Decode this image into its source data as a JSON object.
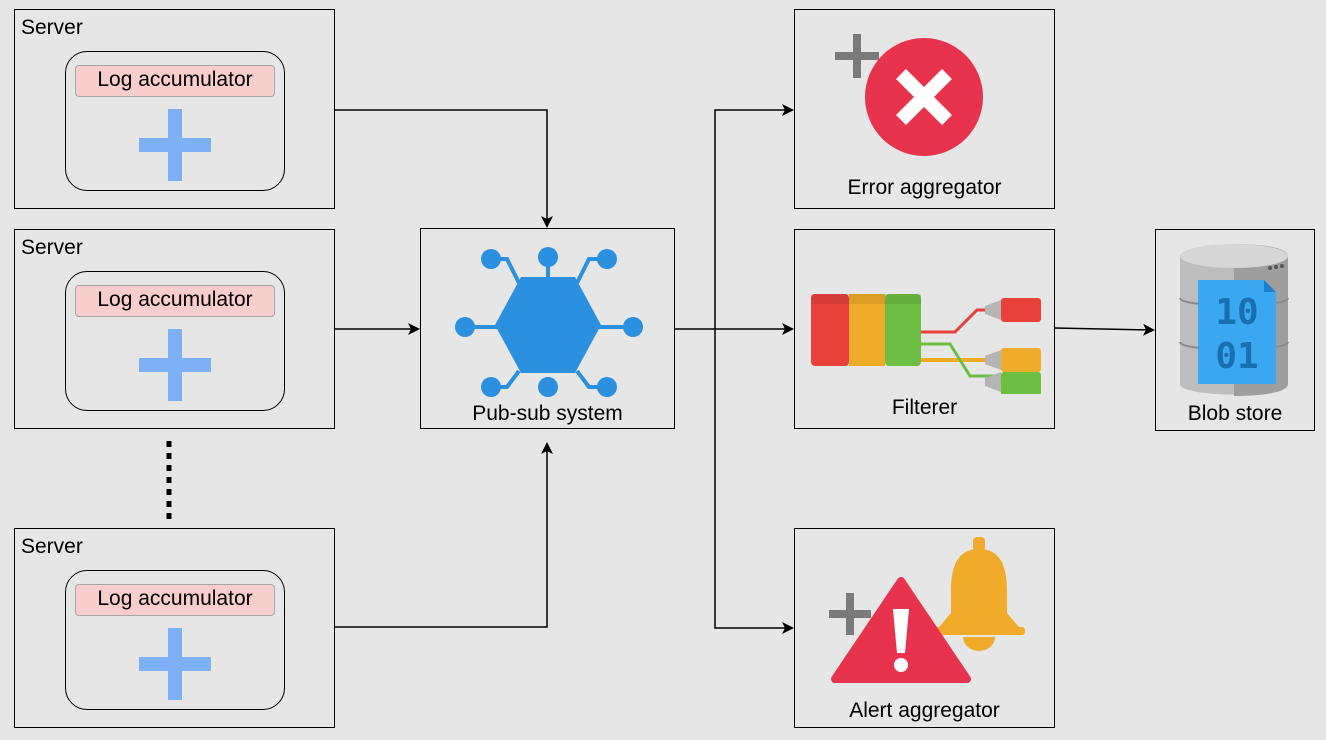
{
  "servers": [
    {
      "title": "Server",
      "accumulator": "Log accumulator"
    },
    {
      "title": "Server",
      "accumulator": "Log accumulator"
    },
    {
      "title": "Server",
      "accumulator": "Log accumulator"
    }
  ],
  "pubsub": {
    "label": "Pub-sub system"
  },
  "error_aggregator": {
    "label": "Error aggregator"
  },
  "filterer": {
    "label": "Filterer"
  },
  "alert_aggregator": {
    "label": "Alert aggregator"
  },
  "blob_store": {
    "label": "Blob store",
    "digits_top": "10",
    "digits_bottom": "01"
  },
  "colors": {
    "background": "#e6e6e6",
    "log_label_fill": "#f8cecc",
    "plus_blue": "#7eb0f7",
    "hub_blue": "#2b90e0",
    "error_red": "#e8334f",
    "bell_orange": "#f0ab2b",
    "filter_red": "#e8413c",
    "filter_orange": "#f0ab2b",
    "filter_green": "#6cbf43"
  }
}
